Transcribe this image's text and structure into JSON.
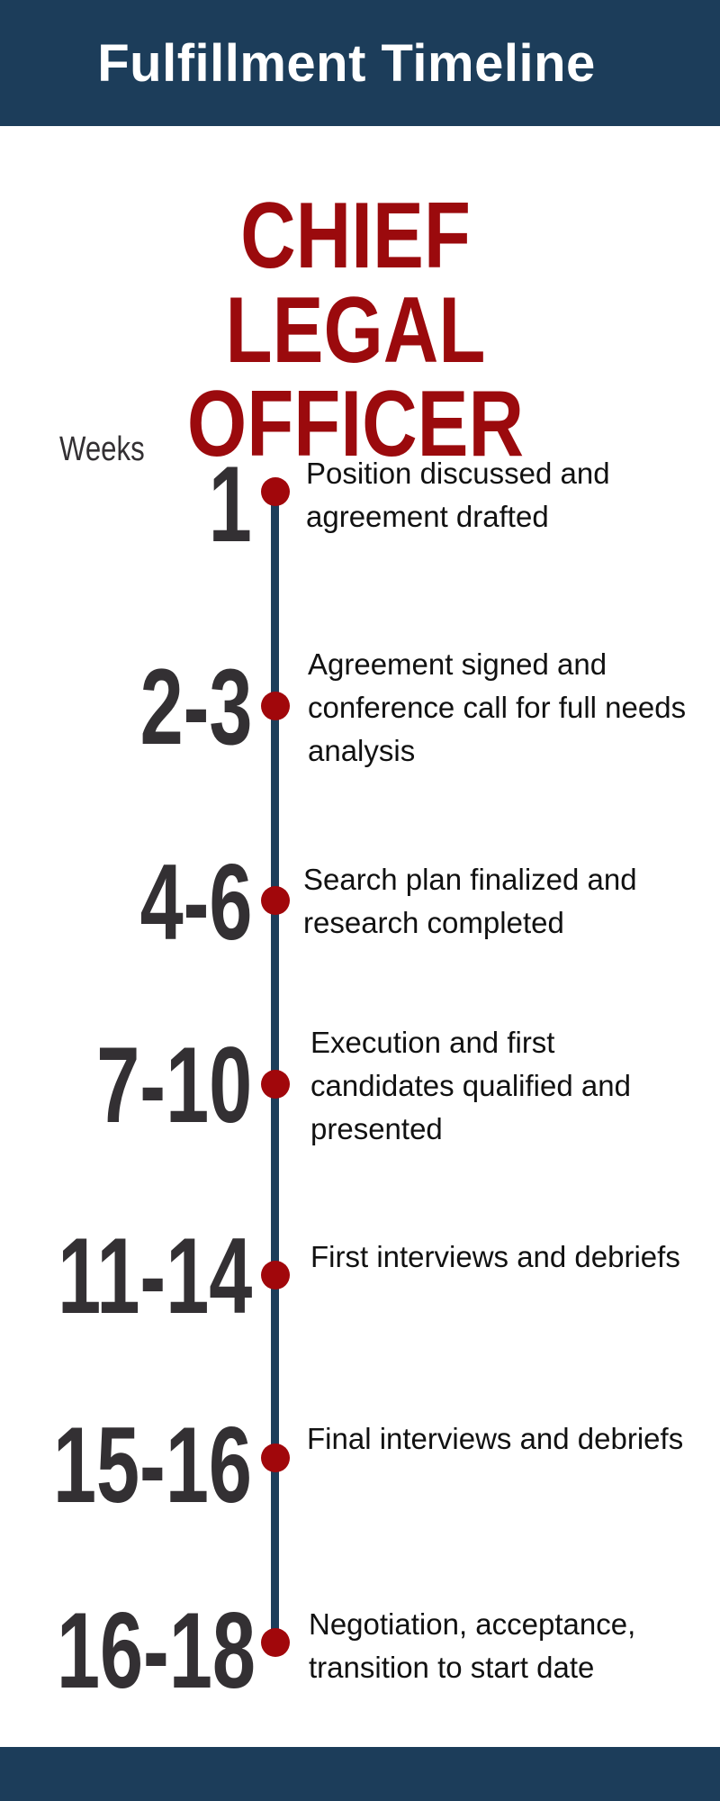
{
  "header": {
    "title": "Fulfillment Timeline"
  },
  "role": {
    "line1": "CHIEF",
    "line2": "LEGAL OFFICER"
  },
  "timeline": {
    "axis_label": "Weeks",
    "steps": [
      {
        "weeks": "1",
        "description": "Position discussed and agreement drafted"
      },
      {
        "weeks": "2-3",
        "description": "Agreement signed and conference call for full needs analysis"
      },
      {
        "weeks": "4-6",
        "description": "Search plan finalized and research completed"
      },
      {
        "weeks": "7-10",
        "description": "Execution and first candidates qualified and presented"
      },
      {
        "weeks": "11-14",
        "description": "First interviews and debriefs"
      },
      {
        "weeks": "15-16",
        "description": "Final interviews and debriefs"
      },
      {
        "weeks": "16-18",
        "description": "Negotiation, acceptance, transition to start date"
      }
    ]
  },
  "colors": {
    "navy": "#1c3d5a",
    "red": "#9b0a0d",
    "dark": "#333033"
  }
}
